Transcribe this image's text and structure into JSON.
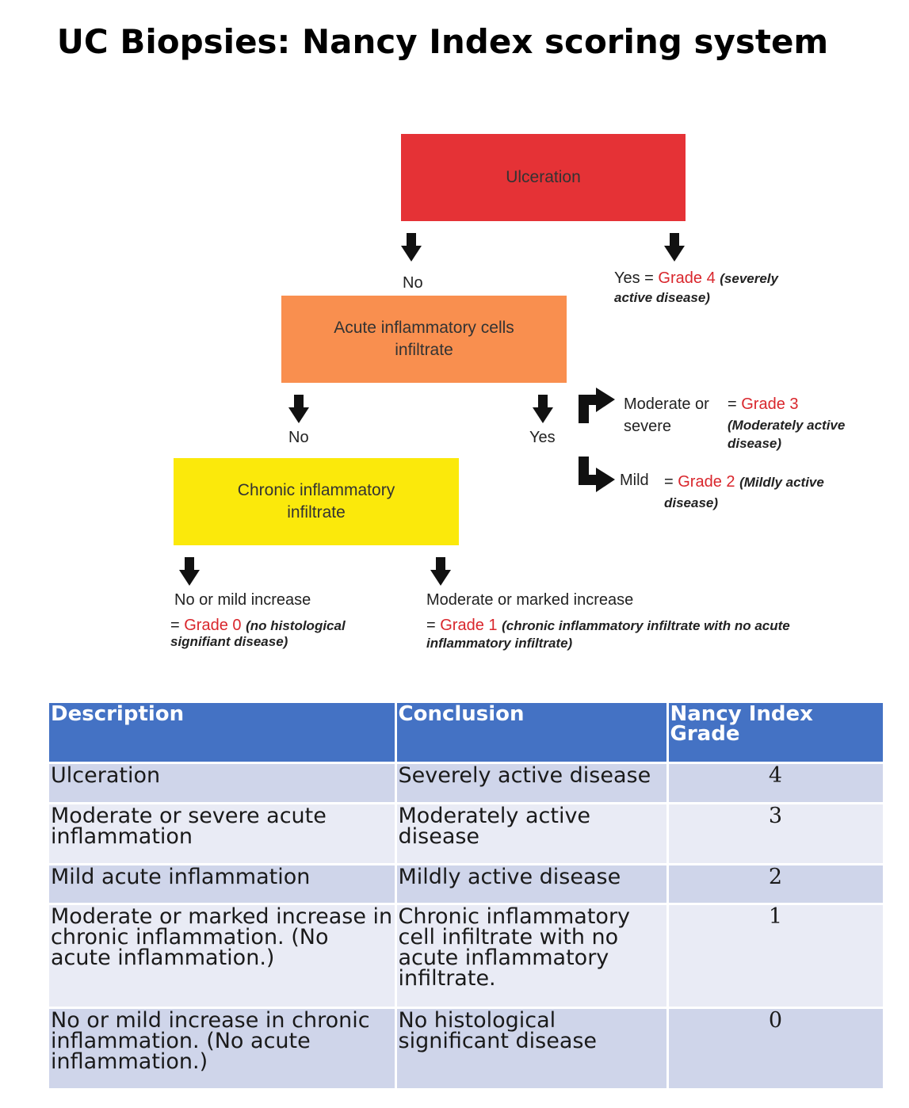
{
  "title": "UC Biopsies: Nancy Index scoring system",
  "flowchart": {
    "box_ulceration": "Ulceration",
    "box_acute_line1": "Acute inflammatory cells",
    "box_acute_line2": "infiltrate",
    "box_chronic_line1": "Chronic inflammatory",
    "box_chronic_line2": "infiltrate",
    "ulc_no": "No",
    "ulc_yes_prefix": "Yes = ",
    "ulc_yes_grade": "Grade 4",
    "ulc_yes_note_1": "(severely",
    "ulc_yes_note_2": "active disease)",
    "acute_no": "No",
    "acute_yes": "Yes",
    "mod_severe_1": "Moderate or",
    "mod_severe_2": "severe",
    "mod_eq": "= ",
    "mod_grade": "Grade 3",
    "mod_note_1": "(Moderately active",
    "mod_note_2": "disease)",
    "mild_label": "Mild",
    "mild_eq": "= ",
    "mild_grade": "Grade 2",
    "mild_note_1": "(Mildly active",
    "mild_note_2": "disease)",
    "chronic_no": "No or mild increase",
    "chronic_no_eq": "= ",
    "chronic_no_grade": "Grade 0",
    "chronic_no_note_1": "(no histological",
    "chronic_no_note_2": "signifiant disease)",
    "chronic_yes": "Moderate or marked increase",
    "chronic_yes_eq": "= ",
    "chronic_yes_grade": "Grade 1",
    "chronic_yes_note_1": "(chronic inflammatory infiltrate with no acute",
    "chronic_yes_note_2": "inflammatory infiltrate)"
  },
  "table": {
    "headers": [
      "Description",
      "Conclusion",
      "Nancy Index Grade"
    ],
    "rows": [
      {
        "description": "Ulceration",
        "conclusion": "Severely active disease",
        "grade": "4"
      },
      {
        "description": "Moderate or severe acute inflammation",
        "conclusion": "Moderately active disease",
        "grade": "3"
      },
      {
        "description": "Mild acute inflammation",
        "conclusion": "Mildly active disease",
        "grade": "2"
      },
      {
        "description": "Moderate or marked increase in chronic inflammation. (No acute inflammation.)",
        "conclusion": "Chronic inflammatory cell infiltrate with no acute inflammatory infiltrate.",
        "grade": "1"
      },
      {
        "description": "No or mild increase in chronic inflammation. (No acute inflammation.)",
        "conclusion": "No histological significant disease",
        "grade": "0"
      }
    ]
  },
  "colors": {
    "ulceration_box": "#e53236",
    "acute_box": "#f98f4f",
    "chronic_box": "#fbe90b",
    "grade_text": "#d9262c",
    "table_header": "#4472c4",
    "table_row_odd": "#cfd5ea",
    "table_row_even": "#e9ebf5"
  }
}
